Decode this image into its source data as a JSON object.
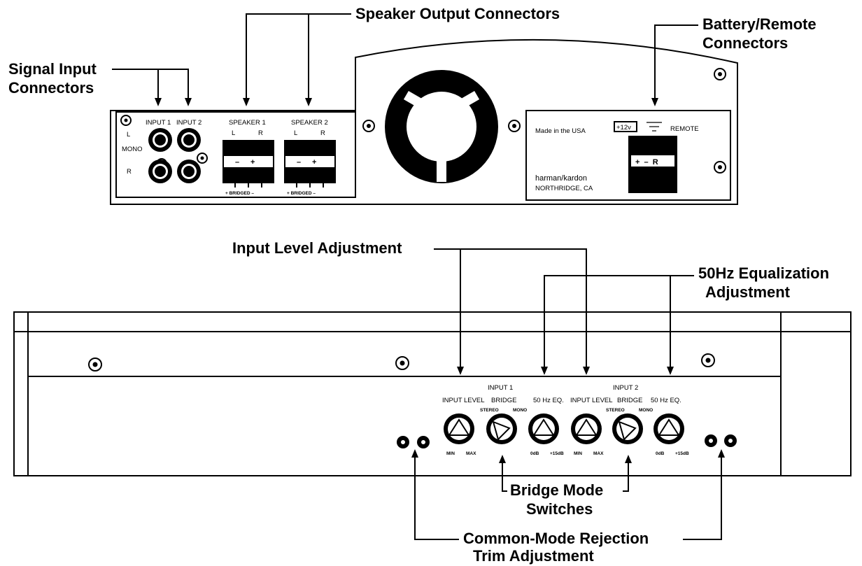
{
  "callouts": {
    "signal_input": [
      "Signal Input",
      "Connectors"
    ],
    "speaker_output": "Speaker Output Connectors",
    "battery_remote": [
      "Battery/Remote",
      "Connectors"
    ],
    "input_level": "Input Level Adjustment",
    "eq_50hz": [
      "50Hz Equalization",
      "Adjustment"
    ],
    "bridge_mode": [
      "Bridge Mode",
      "Switches"
    ],
    "cmr_trim": [
      "Common-Mode Rejection",
      "Trim Adjustment"
    ]
  },
  "rear_panel": {
    "input1": "INPUT 1",
    "input2": "INPUT 2",
    "l": "L",
    "mono": "MONO",
    "r": "R",
    "speaker1": "SPEAKER 1",
    "speaker2": "SPEAKER 2",
    "spk_l": "L",
    "spk_r": "R",
    "minus": "–",
    "plus": "+",
    "bridged": "+ BRIDGED –",
    "made_in": "Made in the USA",
    "voltage": "+12v",
    "remote": "REMOTE",
    "pwr_terms": "+  –  R",
    "brand": "harman/kardon",
    "location": "NORTHRIDGE, CA"
  },
  "front_panel": {
    "input1": "INPUT 1",
    "input2": "INPUT 2",
    "input_level": "INPUT LEVEL",
    "bridge": "BRIDGE",
    "eq": "50 Hz EQ.",
    "stereo": "STEREO",
    "mono": "MONO",
    "min": "MIN",
    "max": "MAX",
    "db0": "0dB",
    "db15": "+15dB"
  }
}
